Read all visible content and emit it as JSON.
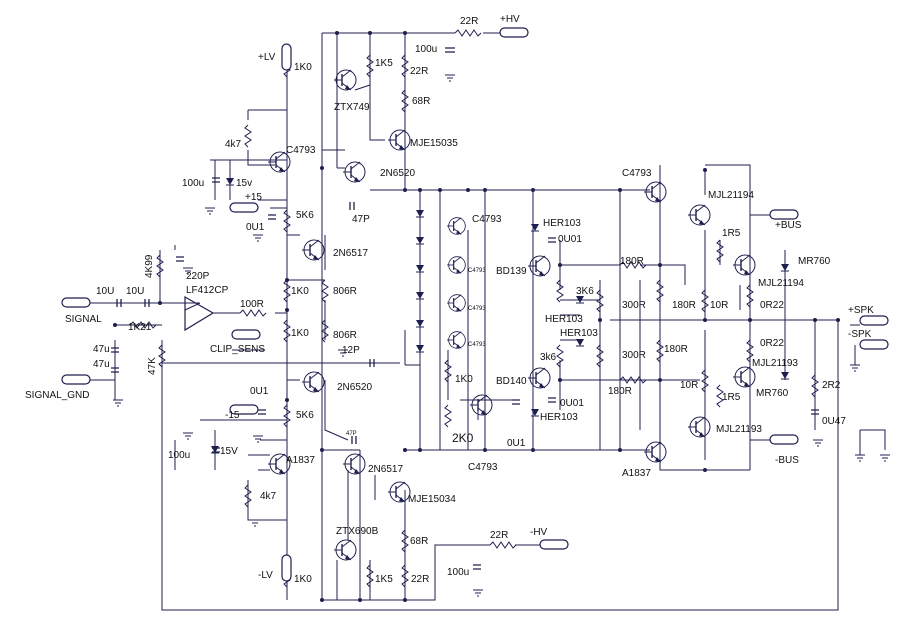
{
  "nets": {
    "hv_pos": "+HV",
    "hv_neg": "-HV",
    "lv_pos": "+LV",
    "lv_neg": "-LV",
    "signal": "SIGNAL",
    "signal_gnd": "SIGNAL_GND",
    "clip": "CLIP_SENS",
    "spk_pos": "+SPK",
    "spk_neg": "-SPK",
    "bus_pos": "+BUS",
    "bus_neg": "-BUS",
    "plus15": "+15",
    "minus15": "-15"
  },
  "labels": {
    "r22r_top": "22R",
    "c100u_top": "100u",
    "r1k0_a": "1K0",
    "r1k5_top": "1K5",
    "r22r_b": "22R",
    "ztx749": "ZTX749",
    "r68r_top": "68R",
    "mje15035": "MJE15035",
    "c4793_a": "C4793",
    "r4k7_top": "4k7",
    "c100u_l": "100u",
    "z15v_top": "15v",
    "n2n6520_top": "2N6520",
    "c47p_a": "47P",
    "r5k6_top": "5K6",
    "c0u1_a": "0U1",
    "n2n6517_top": "2N6517",
    "r806r_a": "806R",
    "r806r_b": "806R",
    "r1k0_b": "1K0",
    "r1k0_c": "1K0",
    "c12p": "12P",
    "lf412": "LF412CP",
    "r100r": "100R",
    "c10u_a": "10U",
    "c10u_b": "10U",
    "r4k99": "4K99",
    "c220p": "220P",
    "r1k21": "1K21",
    "c47u_a": "47u",
    "c47u_b": "47u",
    "r47k": "47K",
    "n2n6520_mid": "2N6520",
    "c0u1_b": "0U1",
    "r5k6_b": "5K6",
    "c100u_lb": "100u",
    "z15v_b": "15V",
    "a1837_l": "A1837",
    "r4k7_b": "4k7",
    "n2n6517_b": "2N6517",
    "c47p_b": "47P",
    "mje15034": "MJE15034",
    "ztx690b": "ZTX690B",
    "r68r_b": "68R",
    "r1k0_d": "1K0",
    "r1k5_b": "1K5",
    "r22r_c": "22R",
    "r22r_d": "22R",
    "c100u_b": "100u",
    "c4793_b": "C4793",
    "c4793_s1": "C4793",
    "c4793_s2": "C4793",
    "c4793_s3": "C4793",
    "r1k0_e": "1K0",
    "r2k0": "2K0",
    "c0u1_c": "0U1",
    "c4793_c": "C4793",
    "her103_a": "HER103",
    "c0u01_a": "0U01",
    "bd139": "BD139",
    "r3k6_a": "3K6",
    "her103_b": "HER103",
    "her103_c": "HER103",
    "r3k6_b": "3k6",
    "bd140": "BD140",
    "c0u01_b": "0U01",
    "her103_d": "HER103",
    "r180r_a": "180R",
    "r300r_a": "300R",
    "r300r_b": "300R",
    "r180r_b": "180R",
    "r180r_c": "180R",
    "r180r_d": "180R",
    "c4793_d": "C4793",
    "mjl21194_a": "MJL21194",
    "r1r5_a": "1R5",
    "mr760_a": "MR760",
    "mjl21194_b": "MJL21194",
    "r10r_a": "10R",
    "r0r22_a": "0R22",
    "r0r22_b": "0R22",
    "mjl21193_a": "MJL21193",
    "r10r_b": "10R",
    "r1r5_b": "1R5",
    "mr760_b": "MR760",
    "a1837_r": "A1837",
    "mjl21193_b": "MJL21193",
    "r2r2": "2R2",
    "c0u47": "0U47"
  }
}
